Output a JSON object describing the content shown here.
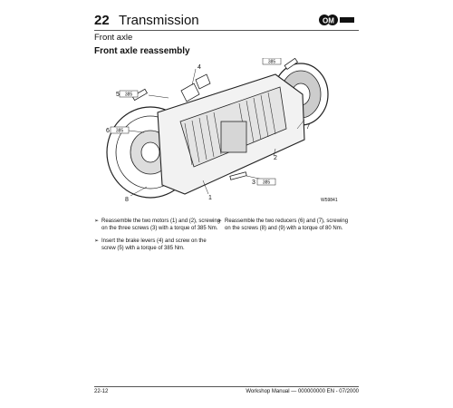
{
  "header": {
    "chapter_number": "22",
    "chapter_title": "Transmission",
    "logo_text": "OM",
    "subtitle": "Front axle"
  },
  "section_title": "Front axle reassembly",
  "figure": {
    "callouts": [
      "4",
      "5",
      "6",
      "7",
      "2",
      "3",
      "1",
      "8"
    ],
    "torque_tags": [
      "385",
      "385",
      "385",
      "385"
    ],
    "figure_code": "W59841"
  },
  "instructions": {
    "left": [
      "Reassemble the two motors (1) and (2), screwing on the three screws (3) with a torque of 385 Nm.",
      "Insert the brake levers (4) and screw on the screw (5) with a torque of 385 Nm."
    ],
    "right": [
      "Reassemble the two reducers (6) and (7), screwing on the screws (8) and (9) with a torque of 80 Nm."
    ],
    "bullet_glyph": "➢"
  },
  "footer": {
    "page": "22-12",
    "doc": "Workshop Manual — 000000000 EN - 07/2000"
  }
}
